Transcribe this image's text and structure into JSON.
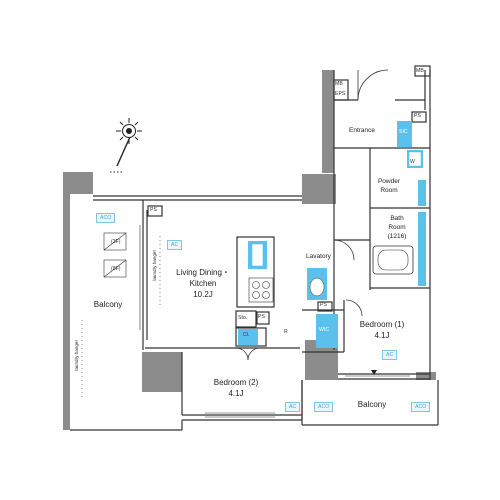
{
  "rooms": {
    "ldk": {
      "line1": "Living Dining・",
      "line2": "Kitchen",
      "size": "10.2J"
    },
    "bedroom1": {
      "name": "Bedroom (1)",
      "size": "4.1J"
    },
    "bedroom2": {
      "name": "Bedroom (2)",
      "size": "4.1J"
    },
    "balcony_left": "Balcony",
    "balcony_bottom": "Balcony",
    "entrance": "Entrance",
    "powder_room": {
      "line1": "Powder",
      "line2": "Room"
    },
    "bath_room": {
      "line1": "Bath",
      "line2": "Room",
      "size": "(1216)"
    },
    "lavatory": "Lavatory"
  },
  "tags": {
    "aco": "ACO",
    "ac": "AC",
    "ps": "PS",
    "sic": "SIC",
    "wic": "WIC",
    "sto": "Sto.",
    "cl": "Cl.",
    "w": "W",
    "r": "R",
    "mb": "MB",
    "eps": "EPS",
    "outdoor_unit": "(3F)",
    "outdoor_unit_2": "(8F)",
    "laundry_hanger": "laundry hanger"
  },
  "colors": {
    "wall": "#888888",
    "line": "#333333",
    "fixture_blue": "#5bc0eb",
    "ac_blue": "#3fa7d6"
  }
}
